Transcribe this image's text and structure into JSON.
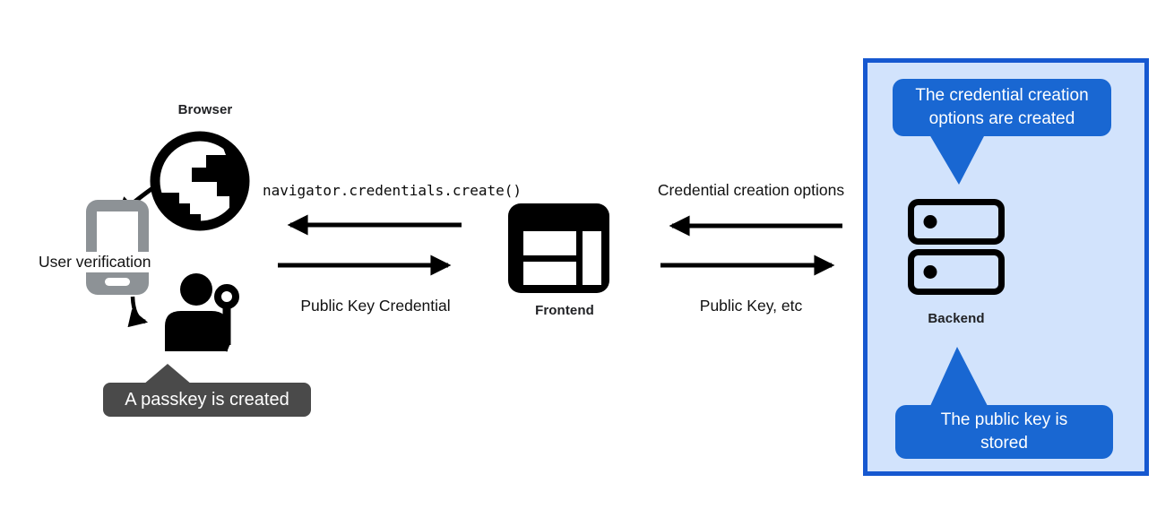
{
  "left_group": {
    "browser_label": "Browser",
    "user_verification_label": "User verification",
    "passkey_tooltip": "A passkey is created"
  },
  "frontend": {
    "label": "Frontend"
  },
  "backend": {
    "label": "Backend"
  },
  "flows": {
    "create_call": "navigator.credentials.create()",
    "public_key_credential": "Public Key Credential",
    "credential_creation_options": "Credential creation options",
    "public_key_etc": "Public Key, etc"
  },
  "callouts": {
    "options_created": "The credential creation options are created",
    "public_key_stored": "The public key is stored"
  },
  "colors": {
    "panel_fill": "#d2e3fc",
    "panel_border": "#1658d0",
    "bubble_blue": "#1967d2",
    "tooltip_gray": "#4a4a4a",
    "phone_gray": "#8d9296",
    "ink": "#000000"
  }
}
